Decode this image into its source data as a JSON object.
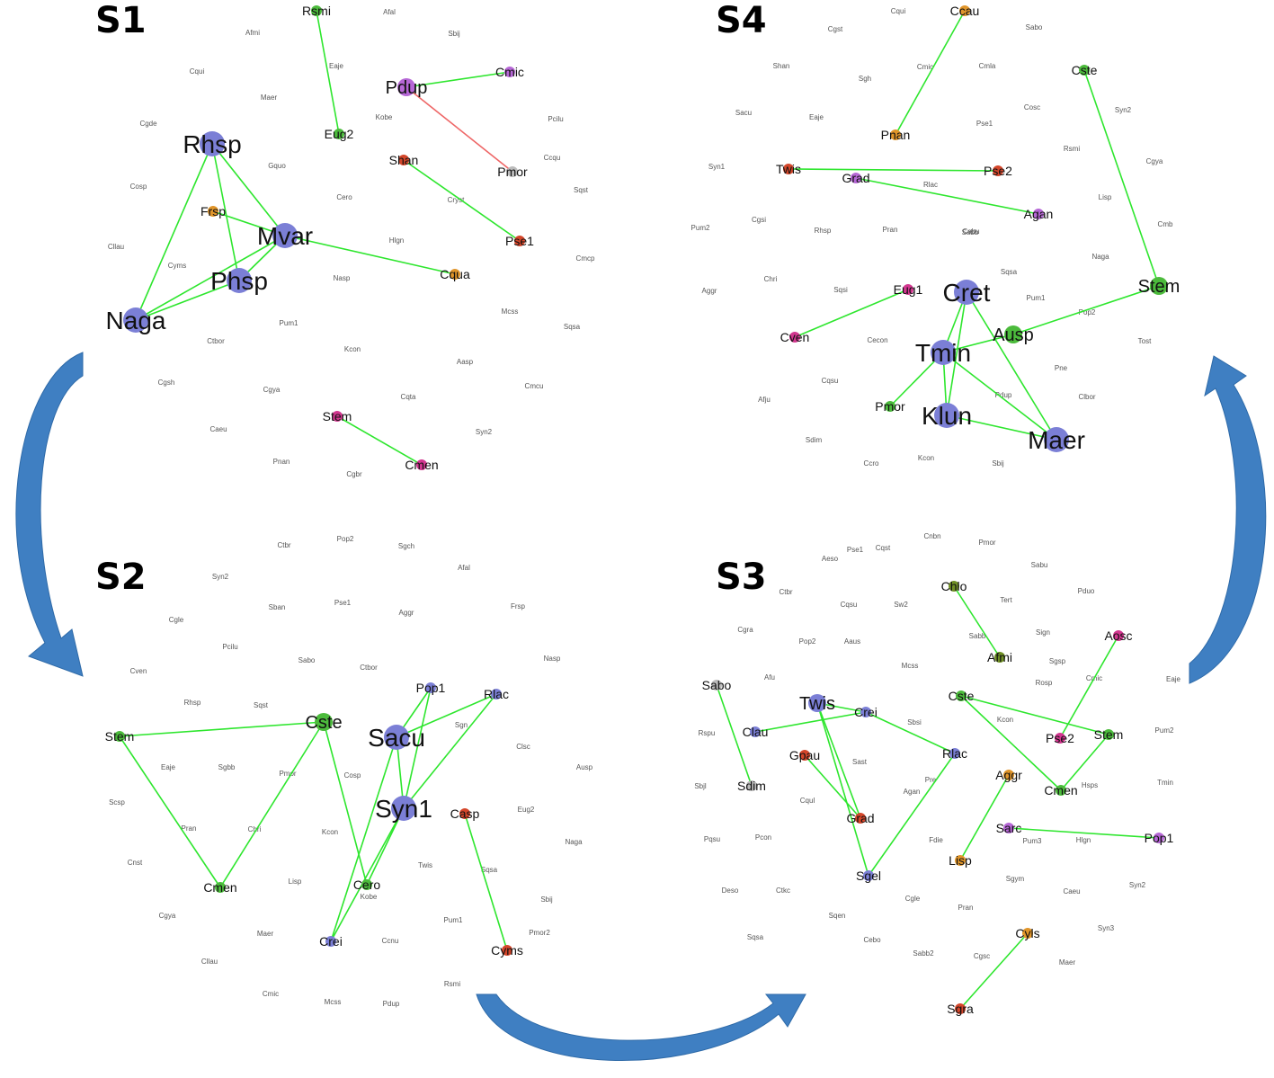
{
  "colors": {
    "blue": "#7b7fd6",
    "green": "#4cbb3c",
    "orange": "#e0952a",
    "magenta": "#d2368f",
    "purple": "#b667d6",
    "red": "#d4462a",
    "grey": "#bbbbbb",
    "olive": "#6f8f24",
    "edge_positive": "#2ee62e",
    "edge_negative": "#ee6666",
    "arrow": "#3f7fc2"
  },
  "panels": [
    {
      "title": "S1",
      "nodes": [
        {
          "id": "Rsmi",
          "c": "green",
          "s": "m"
        },
        {
          "id": "Eug2",
          "c": "green",
          "s": "m"
        },
        {
          "id": "Pdup",
          "c": "purple",
          "s": "L"
        },
        {
          "id": "Cmic",
          "c": "purple",
          "s": "m"
        },
        {
          "id": "Pmor",
          "c": "grey",
          "s": "m"
        },
        {
          "id": "Shan",
          "c": "red",
          "s": "m"
        },
        {
          "id": "Pse1",
          "c": "red",
          "s": "m"
        },
        {
          "id": "Rhsp",
          "c": "blue",
          "s": "XL"
        },
        {
          "id": "Frsp",
          "c": "orange",
          "s": "m"
        },
        {
          "id": "Mvar",
          "c": "blue",
          "s": "XL"
        },
        {
          "id": "Phsp",
          "c": "blue",
          "s": "XL"
        },
        {
          "id": "Naga",
          "c": "blue",
          "s": "XL"
        },
        {
          "id": "Cqua",
          "c": "orange",
          "s": "m"
        },
        {
          "id": "Stem",
          "c": "magenta",
          "s": "m"
        },
        {
          "id": "Cmen",
          "c": "magenta",
          "s": "m"
        }
      ],
      "edges": [
        [
          "Rsmi",
          "Eug2",
          "+"
        ],
        [
          "Pdup",
          "Cmic",
          "+"
        ],
        [
          "Pdup",
          "Pmor",
          "-"
        ],
        [
          "Shan",
          "Pse1",
          "+"
        ],
        [
          "Rhsp",
          "Mvar",
          "+"
        ],
        [
          "Rhsp",
          "Phsp",
          "+"
        ],
        [
          "Rhsp",
          "Naga",
          "+"
        ],
        [
          "Frsp",
          "Mvar",
          "+"
        ],
        [
          "Mvar",
          "Phsp",
          "+"
        ],
        [
          "Mvar",
          "Naga",
          "+"
        ],
        [
          "Phsp",
          "Naga",
          "+"
        ],
        [
          "Mvar",
          "Cqua",
          "+"
        ],
        [
          "Stem",
          "Cmen",
          "+"
        ]
      ],
      "minor": [
        "Afal",
        "Afmi",
        "Sbij",
        "Cqui",
        "Maer",
        "Eaje",
        "Cgde",
        "Kobe",
        "Pcilu",
        "Gquo",
        "Cosp",
        "Cero",
        "Cryst",
        "Sqst",
        "Cllau",
        "Hlgn",
        "Cmcp",
        "Cyms",
        "Nasp",
        "Mcss",
        "Sqsa",
        "Pum1",
        "Ctbor",
        "Kcon",
        "Aasp",
        "Cgsh",
        "Cgya",
        "Cqta",
        "Cmcu",
        "Caeu",
        "Syn2",
        "Pnan",
        "Cgbr",
        "Ccqu"
      ]
    },
    {
      "title": "S4",
      "nodes": [
        {
          "id": "Ccau",
          "c": "orange",
          "s": "m"
        },
        {
          "id": "Pnan",
          "c": "orange",
          "s": "m"
        },
        {
          "id": "Cste",
          "c": "green",
          "s": "m"
        },
        {
          "id": "Stem",
          "c": "green",
          "s": "L"
        },
        {
          "id": "Twis",
          "c": "red",
          "s": "m"
        },
        {
          "id": "Pse2",
          "c": "red",
          "s": "m"
        },
        {
          "id": "Grad",
          "c": "purple",
          "s": "m"
        },
        {
          "id": "Agan",
          "c": "purple",
          "s": "m"
        },
        {
          "id": "Eug1",
          "c": "magenta",
          "s": "m"
        },
        {
          "id": "Cven",
          "c": "magenta",
          "s": "m"
        },
        {
          "id": "Cret",
          "c": "blue",
          "s": "XL"
        },
        {
          "id": "Ausp",
          "c": "green",
          "s": "L"
        },
        {
          "id": "Tmin",
          "c": "blue",
          "s": "XL"
        },
        {
          "id": "Pmor",
          "c": "green",
          "s": "m"
        },
        {
          "id": "Klun",
          "c": "blue",
          "s": "XL"
        },
        {
          "id": "Maer",
          "c": "blue",
          "s": "XL"
        }
      ],
      "edges": [
        [
          "Ccau",
          "Pnan",
          "+"
        ],
        [
          "Cste",
          "Stem",
          "+"
        ],
        [
          "Twis",
          "Pse2",
          "+"
        ],
        [
          "Grad",
          "Agan",
          "+"
        ],
        [
          "Eug1",
          "Cven",
          "+"
        ],
        [
          "Cret",
          "Tmin",
          "+"
        ],
        [
          "Cret",
          "Klun",
          "+"
        ],
        [
          "Cret",
          "Maer",
          "+"
        ],
        [
          "Tmin",
          "Klun",
          "+"
        ],
        [
          "Tmin",
          "Maer",
          "+"
        ],
        [
          "Klun",
          "Maer",
          "+"
        ],
        [
          "Tmin",
          "Ausp",
          "+"
        ],
        [
          "Tmin",
          "Pmor",
          "+"
        ],
        [
          "Ausp",
          "Stem",
          "+"
        ]
      ],
      "minor": [
        "Cqui",
        "Cgst",
        "Sabo",
        "Shan",
        "Cmic",
        "Cmla",
        "Sgh",
        "Sacu",
        "Eaje",
        "Pse1",
        "Cosc",
        "Syn2",
        "Rsmi",
        "Syn1",
        "Rlac",
        "Cgya",
        "Pum2",
        "Rhsp",
        "Pran",
        "Cabu",
        "Lisp",
        "Cgsi",
        "Cmb",
        "Sabb",
        "Chri",
        "Sqsi",
        "Sqsa",
        "Naga",
        "Aggr",
        "Pum1",
        "Cecon",
        "Pop2",
        "Tost",
        "Pne",
        "Afju",
        "Cqsu",
        "Pdup",
        "Clbor",
        "Sdim",
        "Kcon",
        "Ccro",
        "Sbij"
      ]
    },
    {
      "title": "S2",
      "nodes": [
        {
          "id": "Stem",
          "c": "green",
          "s": "m"
        },
        {
          "id": "Cste",
          "c": "green",
          "s": "L"
        },
        {
          "id": "Cmen",
          "c": "green",
          "s": "m"
        },
        {
          "id": "Pop1",
          "c": "blue",
          "s": "m"
        },
        {
          "id": "Rlac",
          "c": "blue",
          "s": "m"
        },
        {
          "id": "Sacu",
          "c": "blue",
          "s": "XL"
        },
        {
          "id": "Syn1",
          "c": "blue",
          "s": "XL"
        },
        {
          "id": "Casp",
          "c": "red",
          "s": "m"
        },
        {
          "id": "Cyms",
          "c": "red",
          "s": "m"
        },
        {
          "id": "Cero",
          "c": "green",
          "s": "m"
        },
        {
          "id": "Crei",
          "c": "blue",
          "s": "m"
        }
      ],
      "edges": [
        [
          "Stem",
          "Cste",
          "+"
        ],
        [
          "Stem",
          "Cmen",
          "+"
        ],
        [
          "Cste",
          "Cmen",
          "+"
        ],
        [
          "Cste",
          "Cero",
          "+"
        ],
        [
          "Pop1",
          "Sacu",
          "+"
        ],
        [
          "Pop1",
          "Syn1",
          "+"
        ],
        [
          "Rlac",
          "Sacu",
          "+"
        ],
        [
          "Rlac",
          "Syn1",
          "+"
        ],
        [
          "Sacu",
          "Syn1",
          "+"
        ],
        [
          "Sacu",
          "Crei",
          "+"
        ],
        [
          "Syn1",
          "Cero",
          "+"
        ],
        [
          "Casp",
          "Cyms",
          "+"
        ],
        [
          "Syn1",
          "Crei",
          "+"
        ]
      ],
      "minor": [
        "Ctbr",
        "Pop2",
        "Sgch",
        "Syn2",
        "Afal",
        "Cgle",
        "Sban",
        "Pse1",
        "Aggr",
        "Frsp",
        "Pcilu",
        "Sabo",
        "Ctbor",
        "Nasp",
        "Cven",
        "Rhsp",
        "Sqst",
        "Eaje",
        "Sgbb",
        "Pmor",
        "Sgn",
        "Clsc",
        "Ausp",
        "Scsp",
        "Pran",
        "Chri",
        "Kcon",
        "Cosp",
        "Eug2",
        "Naga",
        "Cnst",
        "Lisp",
        "Twis",
        "Cgya",
        "Maer",
        "Pum1",
        "Sqsa",
        "Sbij",
        "Cllau",
        "Ccnu",
        "Cmic",
        "Mcss",
        "Pdup",
        "Rsmi",
        "Pmor2",
        "Kobe"
      ]
    },
    {
      "title": "S3",
      "nodes": [
        {
          "id": "Chlo",
          "c": "olive",
          "s": "m"
        },
        {
          "id": "Afmi",
          "c": "olive",
          "s": "m"
        },
        {
          "id": "Aosc",
          "c": "magenta",
          "s": "m"
        },
        {
          "id": "Pse2",
          "c": "magenta",
          "s": "m"
        },
        {
          "id": "Sabo",
          "c": "grey",
          "s": "m"
        },
        {
          "id": "Sdim",
          "c": "grey",
          "s": "m"
        },
        {
          "id": "Twis",
          "c": "blue",
          "s": "L"
        },
        {
          "id": "Crei",
          "c": "blue",
          "s": "m"
        },
        {
          "id": "Clau",
          "c": "blue",
          "s": "m"
        },
        {
          "id": "Cste",
          "c": "green",
          "s": "m"
        },
        {
          "id": "Stem",
          "c": "green",
          "s": "m"
        },
        {
          "id": "Cmen",
          "c": "green",
          "s": "m"
        },
        {
          "id": "Rlac",
          "c": "blue",
          "s": "m"
        },
        {
          "id": "Gpau",
          "c": "red",
          "s": "m"
        },
        {
          "id": "Grad",
          "c": "red",
          "s": "m"
        },
        {
          "id": "Sgel",
          "c": "blue",
          "s": "m"
        },
        {
          "id": "Aggr",
          "c": "orange",
          "s": "m"
        },
        {
          "id": "Lisp",
          "c": "orange",
          "s": "m"
        },
        {
          "id": "Sarc",
          "c": "purple",
          "s": "m"
        },
        {
          "id": "Pop1",
          "c": "purple",
          "s": "m"
        },
        {
          "id": "Cyls",
          "c": "orange",
          "s": "m"
        },
        {
          "id": "Sgra",
          "c": "red",
          "s": "m"
        }
      ],
      "edges": [
        [
          "Chlo",
          "Afmi",
          "+"
        ],
        [
          "Aosc",
          "Pse2",
          "+"
        ],
        [
          "Sabo",
          "Sdim",
          "+"
        ],
        [
          "Twis",
          "Crei",
          "+"
        ],
        [
          "Clau",
          "Crei",
          "+"
        ],
        [
          "Crei",
          "Rlac",
          "+"
        ],
        [
          "Twis",
          "Grad",
          "+"
        ],
        [
          "Twis",
          "Sgel",
          "+"
        ],
        [
          "Gpau",
          "Grad",
          "+"
        ],
        [
          "Rlac",
          "Sgel",
          "+"
        ],
        [
          "Cste",
          "Stem",
          "+"
        ],
        [
          "Cste",
          "Cmen",
          "+"
        ],
        [
          "Stem",
          "Cmen",
          "+"
        ],
        [
          "Aggr",
          "Lisp",
          "+"
        ],
        [
          "Sarc",
          "Pop1",
          "+"
        ],
        [
          "Cyls",
          "Sgra",
          "+"
        ]
      ],
      "minor": [
        "Pse1",
        "Cqst",
        "Cnbn",
        "Pmor",
        "Ctbr",
        "Aeso",
        "Cqsu",
        "Sw2",
        "Sabu",
        "Tert",
        "Pduo",
        "Sabb",
        "Sign",
        "Sgsp",
        "Cgra",
        "Pop2",
        "Aaus",
        "Mcss",
        "Rosp",
        "Cmic",
        "Eaje",
        "Afu",
        "Sbsi",
        "Kcon",
        "Pum2",
        "Rspu",
        "Sast",
        "Pre",
        "Hsps",
        "Tmin",
        "Sbjl",
        "Cqul",
        "Fdie",
        "Pum3",
        "Hlgn",
        "Pqsu",
        "Pcon",
        "Agan",
        "Sgym",
        "Syn2",
        "Deso",
        "Ctkc",
        "Cgle",
        "Pran",
        "Caeu",
        "Sqen",
        "Sqsa",
        "Cebo",
        "Sabb2",
        "Cgsc",
        "Maer",
        "Syn3"
      ]
    }
  ]
}
